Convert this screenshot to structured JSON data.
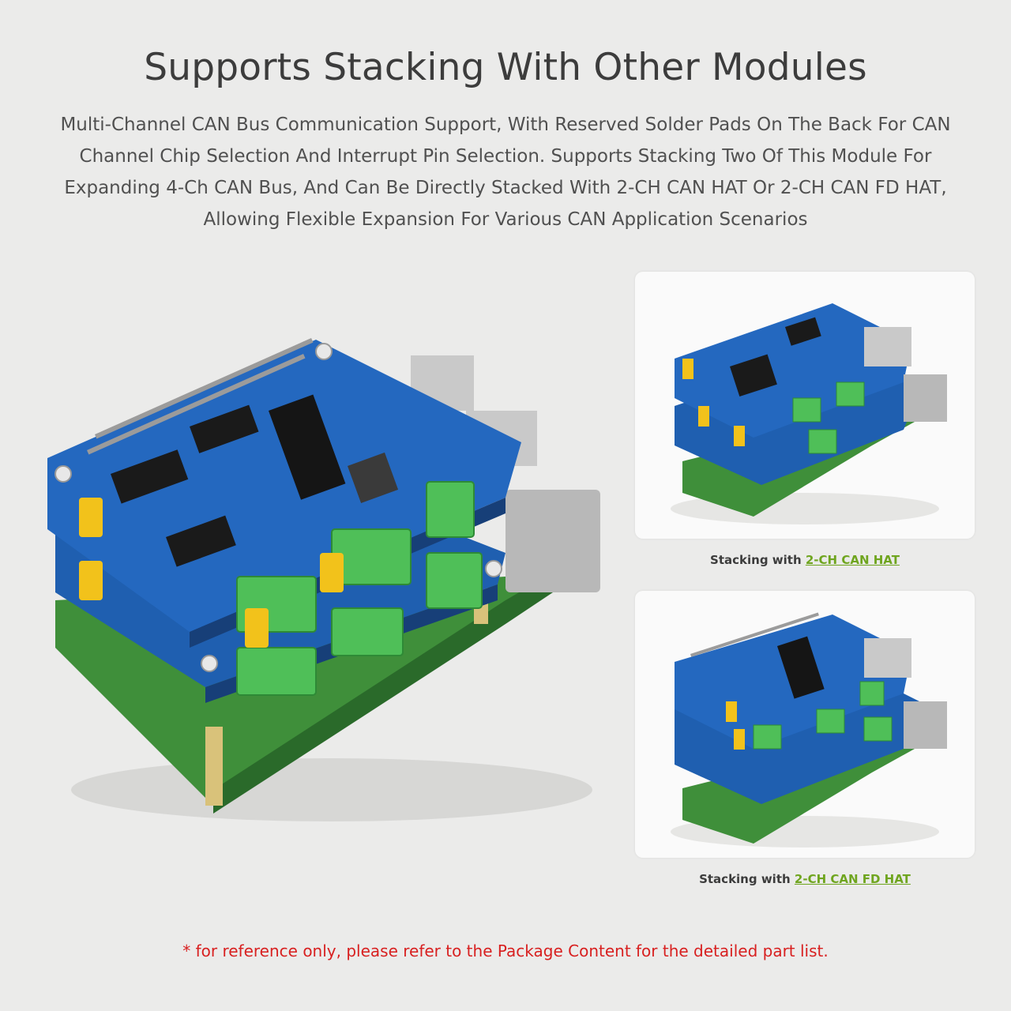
{
  "heading": "Supports Stacking With Other Modules",
  "description": "Multi-Channel CAN Bus Communication Support, With Reserved Solder Pads On The Back For CAN Channel Chip Selection And Interrupt Pin Selection. Supports Stacking Two Of This Module For Expanding 4-Ch CAN Bus, And Can Be Directly Stacked With 2-CH CAN HAT Or 2-CH CAN FD HAT, Allowing Flexible Expansion For Various CAN Application Scenarios",
  "cards": [
    {
      "caption_prefix": "Stacking with ",
      "caption_link": "2-CH CAN HAT"
    },
    {
      "caption_prefix": "Stacking with ",
      "caption_link": "2-CH CAN FD HAT"
    }
  ],
  "footnote": "* for reference only, please refer to the Package Content for the detailed part list.",
  "colors": {
    "background": "#ebebea",
    "hat_board": "#1f5fb0",
    "pi_board": "#3f8f3a",
    "terminal": "#4fbf58",
    "link": "#6fa51f",
    "footnote": "#d82020"
  }
}
